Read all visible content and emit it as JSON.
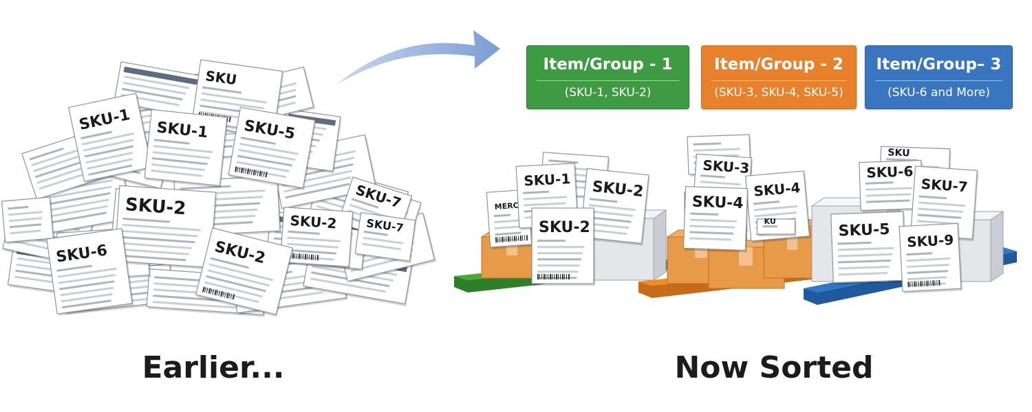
{
  "captions": {
    "before": "Earlier...",
    "after": "Now Sorted"
  },
  "groups": [
    {
      "title": "Item/Group - 1",
      "subtitle": "(SKU-1, SKU-2)",
      "color": "#3f9a44"
    },
    {
      "title": "Item/Group - 2",
      "subtitle": "(SKU-3, SKU-4, SKU-5)",
      "color": "#e8812c"
    },
    {
      "title": "Item/Group– 3",
      "subtitle": "(SKU-6 and More)",
      "color": "#3a76bf"
    }
  ],
  "pile_labels": [
    "SKU",
    "SKU-1",
    "SKU-1",
    "SKU-5",
    "SKU-2",
    "SKU-7",
    "SKU-2",
    "SKU-7",
    "SKU-6",
    "SKU-2"
  ],
  "stacks": [
    {
      "labels": [
        "SKU-1",
        "SKU-2",
        "SKU-2"
      ],
      "tag": "MERCE"
    },
    {
      "labels": [
        "SKU-3",
        "SKU-4",
        "SKU-4"
      ],
      "tag": "KU"
    },
    {
      "labels": [
        "SKU-6",
        "SKU-7",
        "SKU-5",
        "SKU-9"
      ],
      "tag": "SKU"
    }
  ],
  "colors": {
    "arrow": "#7f9fd2",
    "paper": "#ffffff",
    "paper_line": "#c9ced6",
    "cardboard": "#e79a48",
    "green_pallet": "#4ca83c",
    "orange_pallet": "#ee8b2a",
    "blue_pallet": "#2f78c7"
  }
}
